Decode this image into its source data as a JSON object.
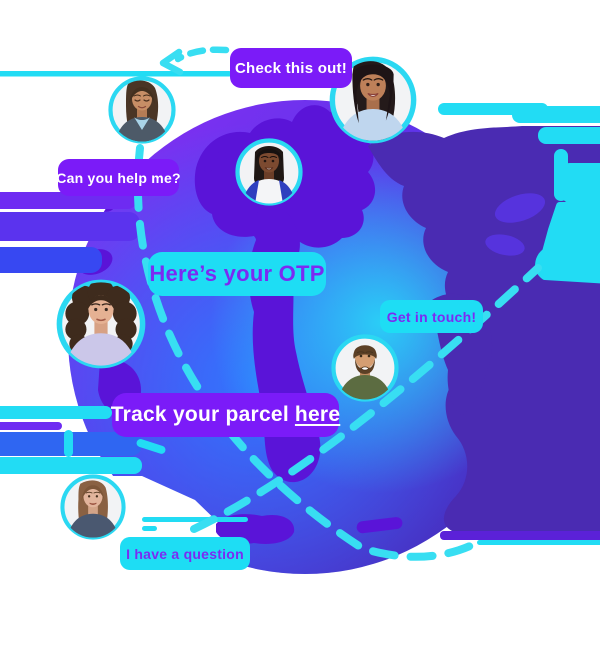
{
  "colors": {
    "bubble_purple": "#7B1BF8",
    "bubble_cyan": "#1EDDF4",
    "text_on_purple": "#FFFFFF",
    "text_on_cyan": "#7B2BF2",
    "dash_cyan": "#38DEF2",
    "ring_cyan": "#2BD8F2",
    "streak_cyan": "#22DCF4",
    "streak_purple": "#6E2BF2",
    "streak_blue": "#2F66F2",
    "globe_purple": "#7A2AF0",
    "globe_blue": "#2F7BFF",
    "globe_cyan_glow": "#29D4F7",
    "continent_purple": "#5A14D8",
    "continent_indigo": "#4A2BB2"
  },
  "bubbles": {
    "check_this_out": {
      "label": "Check this out!",
      "style": "purple"
    },
    "can_you_help": {
      "label": "Can you help me?",
      "style": "purple"
    },
    "heres_otp": {
      "label": "Here’s your OTP",
      "style": "cyan"
    },
    "get_in_touch": {
      "label": "Get in touch!",
      "style": "cyan"
    },
    "track_parcel": {
      "text": "Track your parcel",
      "link_text": "here",
      "style": "purple"
    },
    "i_have_question": {
      "label": "I have a question",
      "style": "cyan"
    }
  },
  "avatars": [
    {
      "id": "woman-long-dark-hair-smiling-down",
      "position": "top-left"
    },
    {
      "id": "woman-dark-wavy-hair-blue-top",
      "position": "top-right"
    },
    {
      "id": "woman-dark-skin-white-blue-top",
      "position": "top-center"
    },
    {
      "id": "woman-curly-brown-hair-lavender-top",
      "position": "mid-left"
    },
    {
      "id": "man-beard-green-shirt",
      "position": "mid-right"
    },
    {
      "id": "woman-light-brown-hair",
      "position": "bottom-left"
    }
  ]
}
